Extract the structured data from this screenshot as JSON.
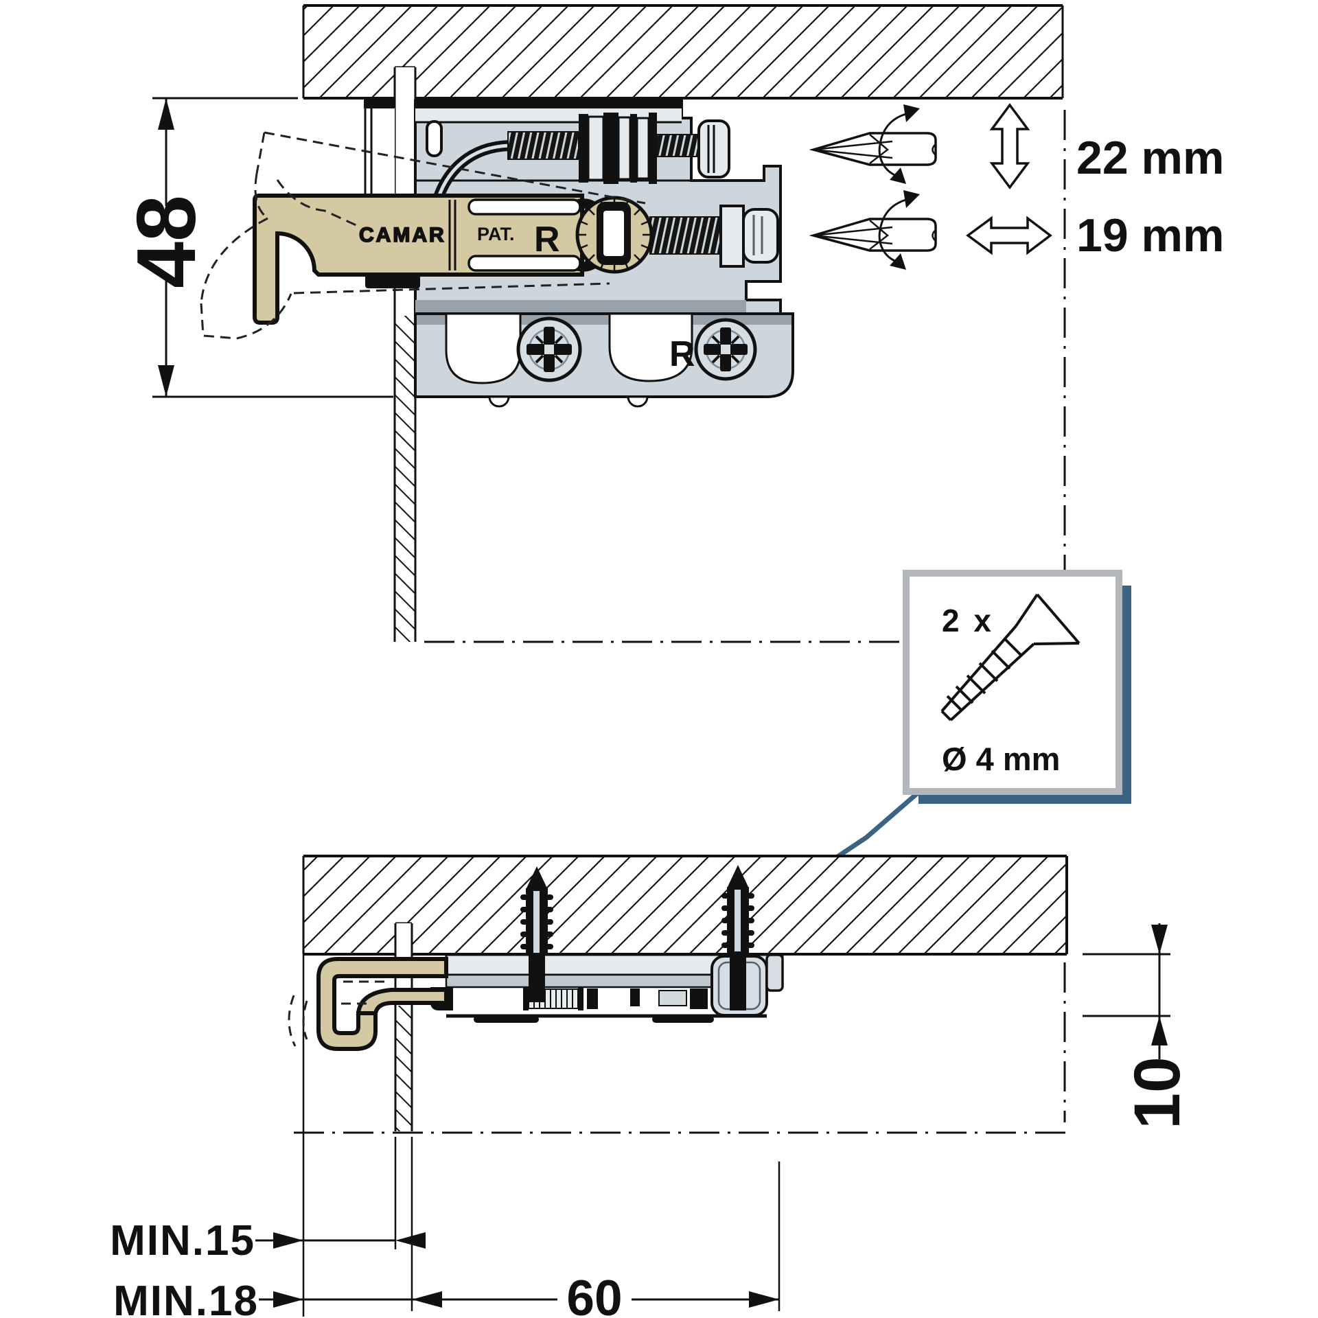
{
  "labels": {
    "dim_height": "48",
    "dim_vertical_adjust": "22 mm",
    "dim_horizontal_adjust": "19 mm",
    "screw_count": "2 x",
    "screw_diameter": "Ø 4 mm",
    "dim_plate_offset": "10",
    "dim_min_panel": "MIN.15",
    "dim_min_side": "MIN.18",
    "dim_screw_spacing": "60",
    "brand": "CAMAR",
    "patent": "PAT.",
    "mark_right_arm": "R",
    "mark_right_plate": "R"
  },
  "colors": {
    "beige": "#d4c9a2",
    "metal": "#cdd6dc",
    "metal-light": "#e4eaed",
    "metal-mid": "#bfc9d0",
    "metal-dark": "#97a2ab",
    "blue": "#3b6384",
    "frame": "#b3b7bb",
    "ink": "#111111"
  }
}
